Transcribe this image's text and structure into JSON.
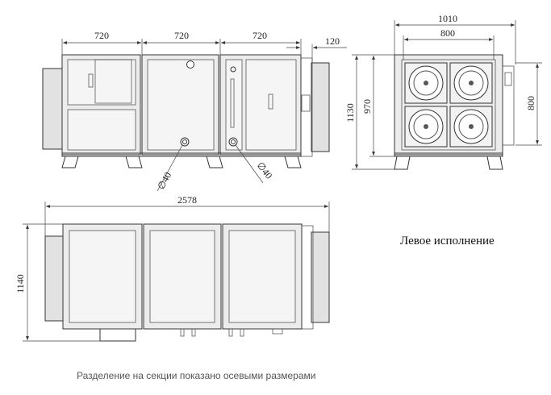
{
  "dimensions": {
    "section_width_1": "720",
    "section_width_2": "720",
    "section_width_3": "720",
    "duct_offset": "120",
    "side_total_width": "1010",
    "side_inner_width": "800",
    "height_total": "1130",
    "height_body": "970",
    "side_inner_height": "800",
    "drain_diameter_1": "∅40",
    "drain_diameter_2": "∅40",
    "total_length": "2578",
    "top_view_depth": "1140"
  },
  "labels": {
    "version": "Левое исполнение",
    "footnote": "Разделение на секции показано осевыми размерами"
  }
}
